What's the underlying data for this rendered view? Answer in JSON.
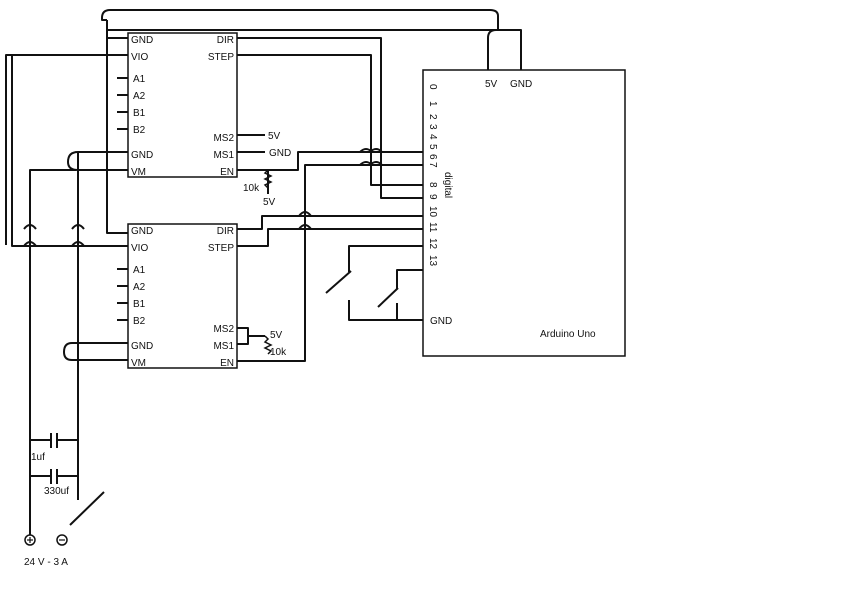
{
  "driver1": {
    "left_pins": [
      "GND",
      "VIO",
      "A1",
      "A2",
      "B1",
      "B2",
      "GND",
      "VM"
    ],
    "right_pins": [
      "DIR",
      "STEP",
      "MS2",
      "MS1",
      "EN"
    ],
    "ms2_tie": "5V",
    "ms1_tie": "GND",
    "resistor": "10k",
    "resistor_supply": "5V"
  },
  "driver2": {
    "left_pins": [
      "GND",
      "VIO",
      "A1",
      "A2",
      "B1",
      "B2",
      "GND",
      "VM"
    ],
    "right_pins": [
      "DIR",
      "STEP",
      "MS2",
      "MS1",
      "EN"
    ],
    "ms_tie": "5V",
    "resistor": "10k"
  },
  "arduino": {
    "name": "Arduino Uno",
    "top_pins": [
      "5V",
      "GND"
    ],
    "digital_label": "digital",
    "digital_pins": [
      "0",
      "1",
      "2",
      "3",
      "4",
      "5",
      "6",
      "7",
      "8",
      "9",
      "10",
      "11",
      "12",
      "13"
    ],
    "gnd_label": "GND"
  },
  "power": {
    "cap1": "1uf",
    "cap2": "330uf",
    "supply": "24 V - 3 A"
  }
}
